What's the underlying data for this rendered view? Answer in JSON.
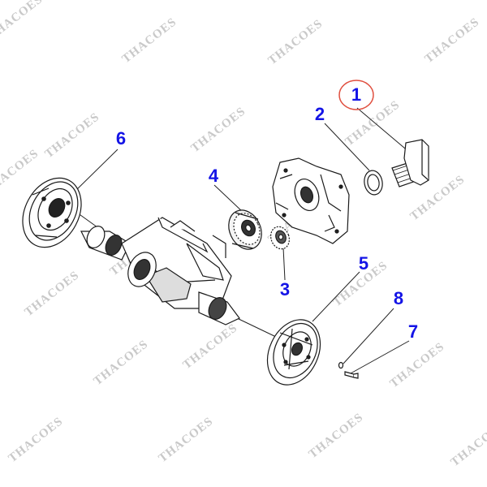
{
  "watermark": {
    "text": "THACOES",
    "color": "#c9c9c9"
  },
  "colors": {
    "callout": "#1414e6",
    "highlight_circle": "#e05040",
    "line": "#222222"
  },
  "callouts": [
    {
      "id": "1",
      "label": "1",
      "part": "splined-shaft-flange",
      "highlighted": true
    },
    {
      "id": "2",
      "label": "2",
      "part": "oil-seal-ring"
    },
    {
      "id": "3",
      "label": "3",
      "part": "small-pinion-gear"
    },
    {
      "id": "4",
      "label": "4",
      "part": "large-spur-gear"
    },
    {
      "id": "5",
      "label": "5",
      "part": "right-brake-drum-assembly"
    },
    {
      "id": "6",
      "label": "6",
      "part": "left-brake-drum-assembly"
    },
    {
      "id": "7",
      "label": "7",
      "part": "bolt"
    },
    {
      "id": "8",
      "label": "8",
      "part": "washer"
    }
  ]
}
